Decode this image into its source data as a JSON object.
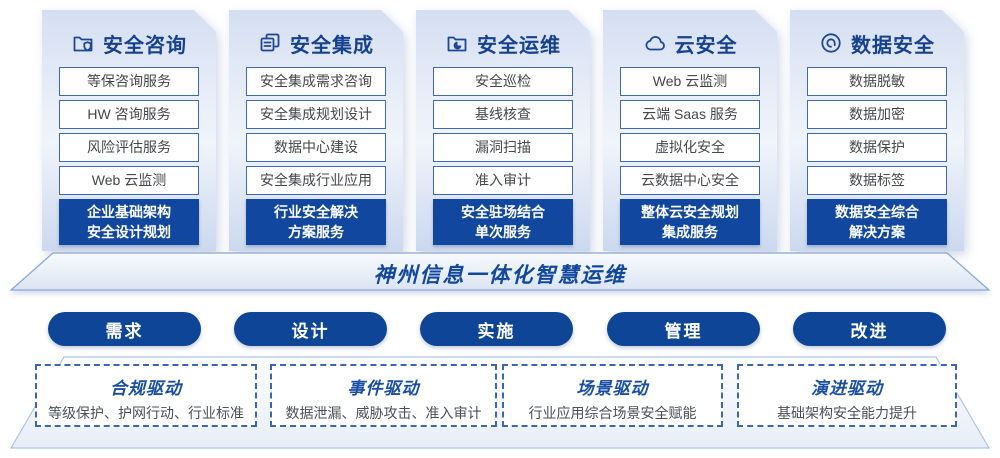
{
  "columns": [
    {
      "icon": "folder-shield-icon",
      "title": "安全咨询",
      "items": [
        "等保咨询服务",
        "HW 咨询服务",
        "风险评估服务",
        "Web 云监测"
      ],
      "highlight": "企业基础架构\n安全设计规划"
    },
    {
      "icon": "copy-document-icon",
      "title": "安全集成",
      "items": [
        "安全集成需求咨询",
        "安全集成规划设计",
        "数据中心建设",
        "安全集成行业应用"
      ],
      "highlight": "行业安全解决\n方案服务"
    },
    {
      "icon": "folder-pie-icon",
      "title": "安全运维",
      "items": [
        "安全巡检",
        "基线核查",
        "漏洞扫描",
        "准入审计"
      ],
      "highlight": "安全驻场结合\n单次服务"
    },
    {
      "icon": "cloud-icon",
      "title": "云安全",
      "items": [
        "Web 云监测",
        "云端 Saas 服务",
        "虚拟化安全",
        "云数据中心安全"
      ],
      "highlight": "整体云安全规划\n集成服务"
    },
    {
      "icon": "fingerprint-icon",
      "title": "数据安全",
      "items": [
        "数据脱敏",
        "数据加密",
        "数据保护",
        "数据标签"
      ],
      "highlight": "数据安全综合\n解决方案"
    }
  ],
  "banner": {
    "title": "神州信息一体化智慧运维"
  },
  "process_steps": [
    "需求",
    "设计",
    "实施",
    "管理",
    "改进"
  ],
  "drivers": [
    {
      "title": "合规驱动",
      "desc": "等级保护、护网行动、行业标准"
    },
    {
      "title": "事件驱动",
      "desc": "数据泄漏、威胁攻击、准入审计"
    },
    {
      "title": "场景驱动",
      "desc": "行业应用综合场景安全赋能"
    },
    {
      "title": "演进驱动",
      "desc": "基础架构安全能力提升"
    }
  ],
  "colors": {
    "primary_blue": "#11479e",
    "title_text": "#16418f",
    "item_border": "#4068b0",
    "item_text": "#45474d",
    "dash_border": "#3c66b0",
    "desc_text": "#4b4f58"
  }
}
